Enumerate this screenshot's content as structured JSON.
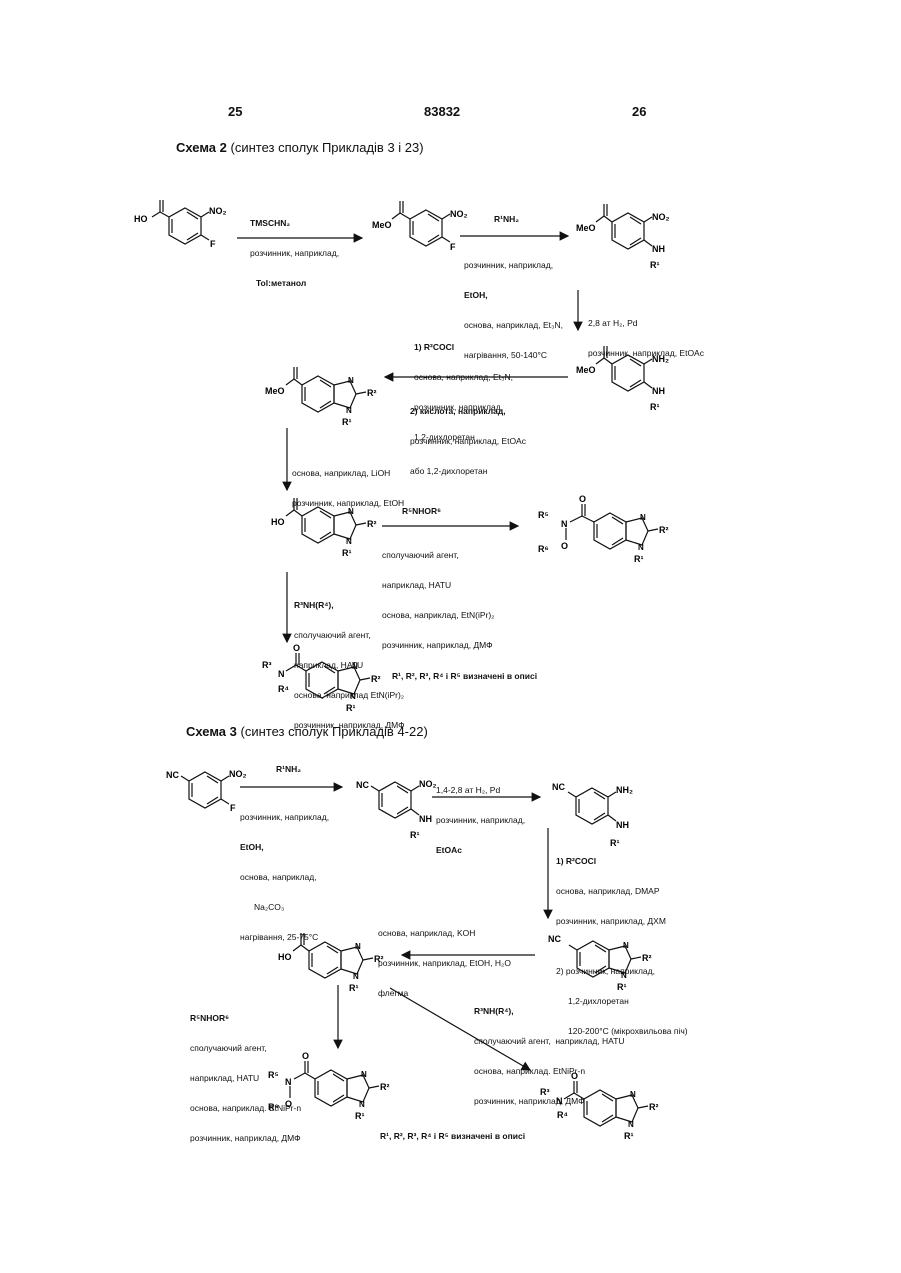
{
  "header": {
    "left_page": "25",
    "center_number": "83832",
    "right_page": "26"
  },
  "scheme2": {
    "title_bold": "Схема 2",
    "title_rest": "(синтез сполук Прикладів 3 і 23)",
    "step1": [
      "TMSCHN₂",
      "розчинник, наприклад,",
      "Tol:метанол"
    ],
    "step2_top": "R¹NH₂",
    "step2_bottom": [
      "розчинник, наприклад,",
      "EtOH,",
      "основа, наприклад, Et₃N,",
      "нагрівання, 50-140°C"
    ],
    "step3": [
      "2,8 ат H₂, Pd",
      "розчинник, наприклад, EtOAc"
    ],
    "step4_top": [
      "1) R²COCl",
      "основа, наприклад, Et₃N,",
      "розчинник, наприклад,",
      "1,2-дихлоретан"
    ],
    "step4_bottom": [
      "2) кислота, наприклад,",
      "розчинник, наприклад, EtOAc",
      "або 1,2-дихлоретан"
    ],
    "step5": [
      "основа, наприклад, LiOH",
      "розчинник, наприклад, EtOH"
    ],
    "step6_top": "R⁵NHOR⁶",
    "step6_bottom": [
      "сполучаючий агент,",
      "наприклад, HATU",
      "основа, наприклад, EtN(iPr)₂",
      "розчинник, наприклад, ДМФ"
    ],
    "step7": [
      "R³NH(R⁴),",
      "сполучаючий агент,",
      "наприклад, HATU",
      "основа, наприклад EtN(iPr)₂",
      "розчинник, наприклад, ДМФ"
    ],
    "note": "R¹, R², R³, R⁴ і R⁵ визначені в описі"
  },
  "scheme3": {
    "title_bold": "Схема 3",
    "title_rest": "(синтез сполук Прикладів 4-22)",
    "step1_top": "R¹NH₂",
    "step1_bottom": [
      "розчинник, наприклад,",
      "EtOH,",
      "основа, наприклад,",
      "Na₂CO₃",
      "нагрівання, 25-75°C"
    ],
    "step2": [
      "1,4-2,8 ат H₂, Pd",
      "розчинник, наприклад,",
      "EtOAc"
    ],
    "step3": [
      "1) R²COCl",
      "основа, наприклад, DMAP",
      "розчинник, наприклад, ДХМ",
      "",
      "2) розчинник, наприклад,",
      "1,2-дихлоретан",
      "120-200°C (мікрохвильова піч)"
    ],
    "step4": [
      "основа, наприклад, KOH",
      "розчинник, наприклад, EtOH, H₂O",
      "флегма"
    ],
    "step5": [
      "R³NH(R⁴),",
      "сполучаючий агент,  наприклад, HATU",
      "основа, наприклад. EtNiPr-n",
      "розчинник, наприклад, ДМФ"
    ],
    "step6": [
      "R⁵NHOR⁶",
      "сполучаючий агент,",
      "наприклад, HATU",
      "основа, наприклад. EtNiPr-n",
      "розчинник, наприклад, ДМФ"
    ],
    "note": "R¹, R², R³, R⁴ і R⁵ визначені в описі"
  },
  "labels": {
    "HO": "HO",
    "MeO": "MeO",
    "NO2": "NO₂",
    "F": "F",
    "NH": "NH",
    "NH2": "NH₂",
    "N": "N",
    "O": "O",
    "NC": "NC",
    "R1": "R¹",
    "R2": "R²",
    "R3": "R³",
    "R4": "R⁴",
    "R5": "R⁵",
    "R6": "R⁶"
  }
}
